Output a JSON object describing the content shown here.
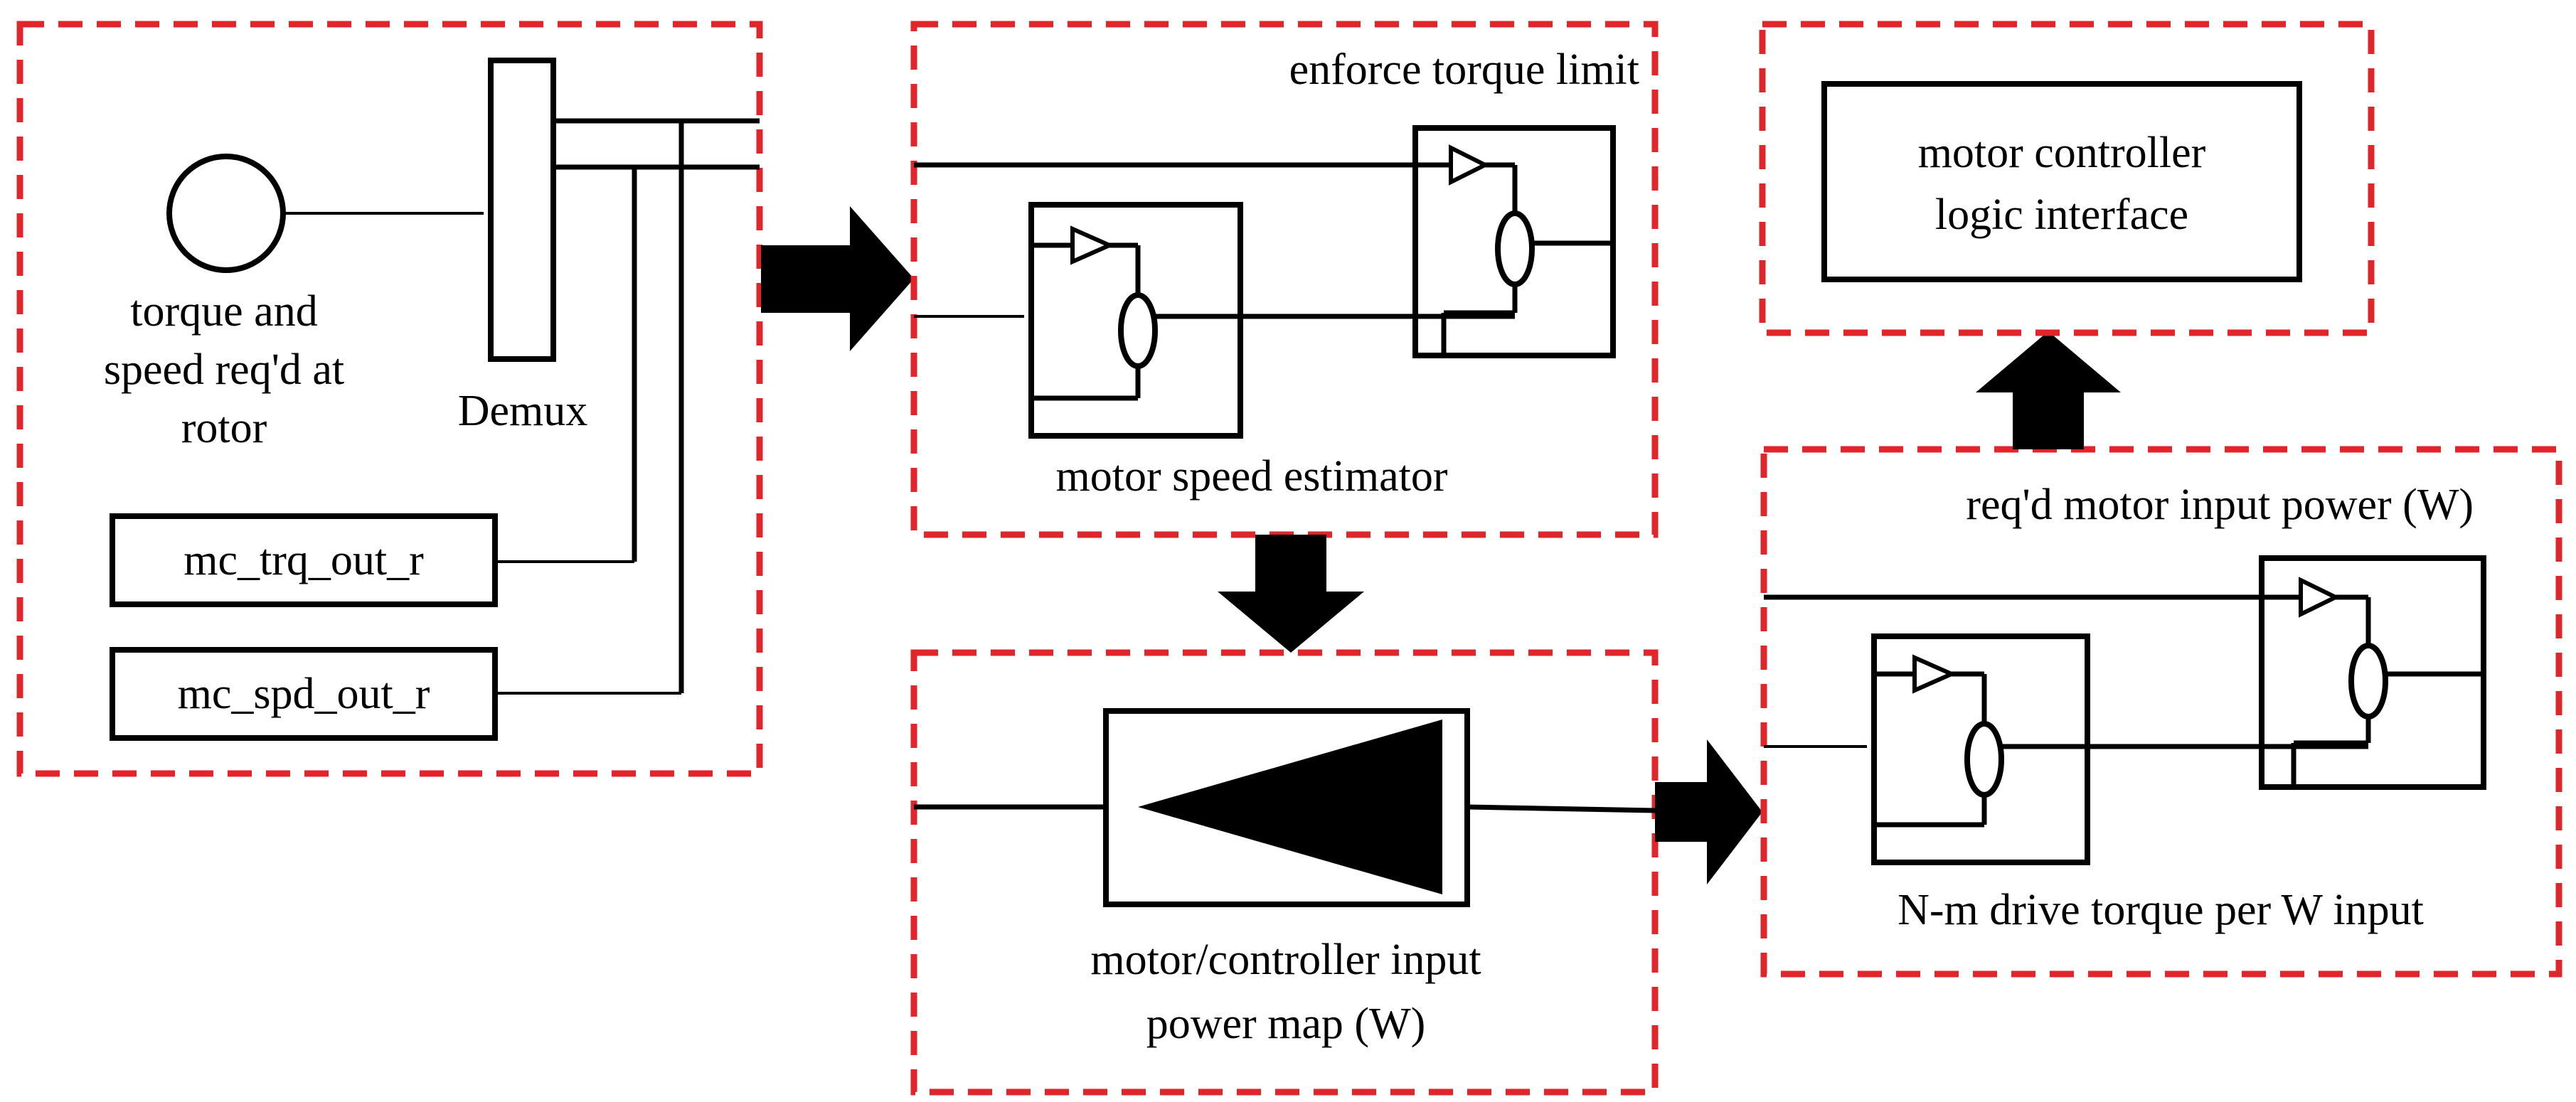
{
  "colors": {
    "dashed_border": "#e0262b",
    "stroke": "#000000",
    "background": "#ffffff"
  },
  "left_group": {
    "input_label_line1": "torque and",
    "input_label_line2": "speed req'd at",
    "input_label_line3": "rotor",
    "demux_label": "Demux",
    "output_torque": "mc_trq_out_r",
    "output_speed": "mc_spd_out_r"
  },
  "torque_limit_group": {
    "title": "enforce torque limit",
    "estimator_label": "motor speed estimator"
  },
  "power_map_group": {
    "label_line1": "motor/controller input",
    "label_line2": "power map (W)"
  },
  "input_power_group": {
    "title": "req'd motor input power (W)",
    "footer": "N-m drive torque per W input"
  },
  "logic_group": {
    "label_line1": "motor controller",
    "label_line2": "logic interface"
  }
}
